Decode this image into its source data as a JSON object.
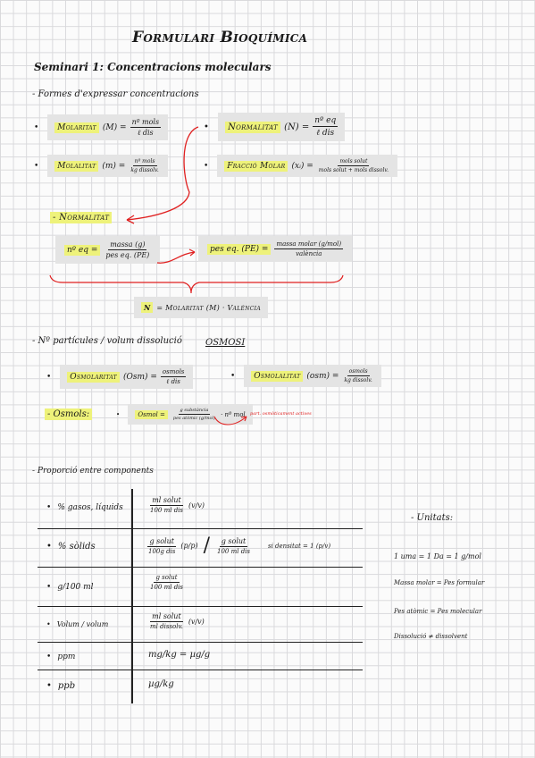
{
  "title": "Formulari Bioquímica",
  "seminar": "Seminari 1: Concentracions moleculars",
  "section1": "- Formes d'expressar concentracions",
  "molaritat": {
    "label": "Molaritat",
    "sym": "(M) =",
    "num": "nº mols",
    "den": "ℓ dis"
  },
  "molalitat": {
    "label": "Molalitat",
    "sym": "(m) =",
    "num": "nº mols",
    "den": "kg dissolv."
  },
  "normalitat_top": {
    "label": "Normalitat",
    "sym": "(N) =",
    "num": "nº eq",
    "den": "ℓ dis"
  },
  "fraccio": {
    "label": "Fracció Molar",
    "sym": "(xᵢ) =",
    "num": "mols solut",
    "den": "mols solut + mols dissolv."
  },
  "normalitat_head": "- Normalitat",
  "eq_formula": {
    "lhs": "nº eq =",
    "num": "massa (g)",
    "den": "pes eq. (PE)"
  },
  "pe_formula": {
    "lhs": "pes eq. (PE) =",
    "num": "massa molar (g/mol)",
    "den": "valència"
  },
  "n_result": {
    "n": "N",
    "rest": "= Molaritat (M) · València"
  },
  "section2": "- Nº partícules / volum dissolució",
  "osmosi": "OSMOSI",
  "osmolaritat": {
    "label": "Osmolaritat",
    "sym": "(Osm) =",
    "num": "osmols",
    "den": "ℓ dis"
  },
  "osmolalitat": {
    "label": "Osmolalitat",
    "sym": "(osm) =",
    "num": "osmols",
    "den": "kg dissolv."
  },
  "osmols": {
    "label": "- Osmols:",
    "lhs": "Osmol =",
    "num": "g substància",
    "den": "pes atòmic (g/mol)",
    "rhs": "· nº mol"
  },
  "red_note": "part. osmòticament actives",
  "section3": "- Proporció entre components",
  "table": [
    {
      "label": "% gasos, líquids",
      "num": "ml solut",
      "den": "100 ml dis",
      "suffix": "(v/v)"
    },
    {
      "label": "% sòlids",
      "num": "g solut",
      "den": "100g dis",
      "suffix": "(p/p)",
      "num2": "g solut",
      "den2": "100 ml dis",
      "note": "si densitat = 1 (p/v)"
    },
    {
      "label": "g/100 ml",
      "num": "g solut",
      "den": "100 ml dis"
    },
    {
      "label": "Volum / volum",
      "num": "ml solut",
      "den": "ml dissolv.",
      "suffix": "(v/v)"
    },
    {
      "label": "ppm",
      "text": "mg/kg  =  µg/g"
    },
    {
      "label": "ppb",
      "text": "µg/kg"
    }
  ],
  "unitats": {
    "head": "- Unitats:",
    "items": [
      "1 uma = 1 Da = 1 g/mol",
      "Massa molar = Pes formular",
      "Pes atòmic = Pes molecular",
      "Dissolució ≠ dissolvent"
    ]
  },
  "colors": {
    "highlight": "#eef27a",
    "arrow": "#e02020",
    "box": "#e4e4e4"
  }
}
